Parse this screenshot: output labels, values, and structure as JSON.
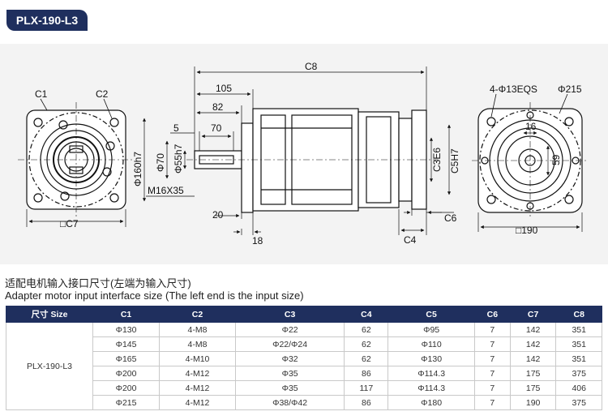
{
  "page": {
    "title": "PLX-190-L3"
  },
  "drawing": {
    "labels": {
      "c1": "C1",
      "c2": "C2",
      "c7": "□C7",
      "c8": "C8",
      "d105": "105",
      "d82": "82",
      "d5": "5",
      "d70": "70",
      "d160": "Φ160h7",
      "d70dia": "Φ70",
      "d55": "Φ55h7",
      "m16": "M16X35",
      "d20": "20",
      "d18": "18",
      "c3": "C3E6",
      "c5": "C5H7",
      "c6": "C6",
      "c4": "C4",
      "holes": "4-Φ13EQS",
      "d215": "Φ215",
      "d16": "16",
      "d59": "59",
      "d190": "□190"
    }
  },
  "caption": {
    "cn": "适配电机输入接口尺寸(左端为输入尺寸)",
    "en": "Adapter motor input interface size (The left end is the input size)"
  },
  "table": {
    "headers": [
      "尺寸 Size",
      "C1",
      "C2",
      "C3",
      "C4",
      "C5",
      "C6",
      "C7",
      "C8"
    ],
    "model": "PLX-190-L3",
    "rows": [
      [
        "Φ130",
        "4-M8",
        "Φ22",
        "62",
        "Φ95",
        "7",
        "142",
        "351"
      ],
      [
        "Φ145",
        "4-M8",
        "Φ22/Φ24",
        "62",
        "Φ110",
        "7",
        "142",
        "351"
      ],
      [
        "Φ165",
        "4-M10",
        "Φ32",
        "62",
        "Φ130",
        "7",
        "142",
        "351"
      ],
      [
        "Φ200",
        "4-M12",
        "Φ35",
        "86",
        "Φ114.3",
        "7",
        "175",
        "375"
      ],
      [
        "Φ200",
        "4-M12",
        "Φ35",
        "117",
        "Φ114.3",
        "7",
        "175",
        "406"
      ],
      [
        "Φ215",
        "4-M12",
        "Φ38/Φ42",
        "86",
        "Φ180",
        "7",
        "190",
        "375"
      ]
    ]
  }
}
